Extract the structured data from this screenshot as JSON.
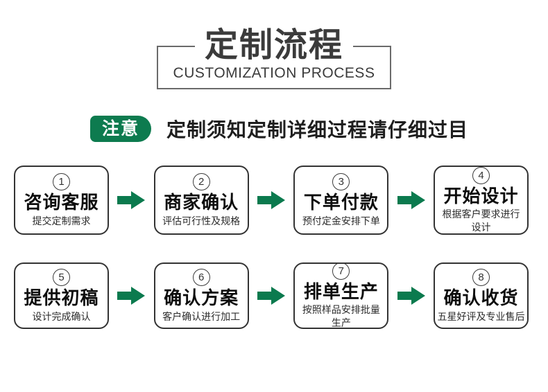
{
  "header": {
    "title": "定制流程",
    "subtitle": "CUSTOMIZATION PROCESS"
  },
  "notice": {
    "badge": "注意",
    "text": "定制须知定制详细过程请仔细过目"
  },
  "colors": {
    "accent_green": "#0b7a4e",
    "badge_green": "#0d7b4f",
    "title_gray": "#3b3b3b",
    "box_border": "#333333"
  },
  "steps": [
    {
      "number": "1",
      "title": "咨询客服",
      "subtitle": "提交定制需求"
    },
    {
      "number": "2",
      "title": "商家确认",
      "subtitle": "评估可行性及规格"
    },
    {
      "number": "3",
      "title": "下单付款",
      "subtitle": "预付定金安排下单"
    },
    {
      "number": "4",
      "title": "开始设计",
      "subtitle": "根据客户要求进行\n设计"
    },
    {
      "number": "5",
      "title": "提供初稿",
      "subtitle": "设计完成确认"
    },
    {
      "number": "6",
      "title": "确认方案",
      "subtitle": "客户确认进行加工"
    },
    {
      "number": "7",
      "title": "排单生产",
      "subtitle": "按照样品安排批量\n生产"
    },
    {
      "number": "8",
      "title": "确认收货",
      "subtitle": "五星好评及专业售后"
    }
  ]
}
